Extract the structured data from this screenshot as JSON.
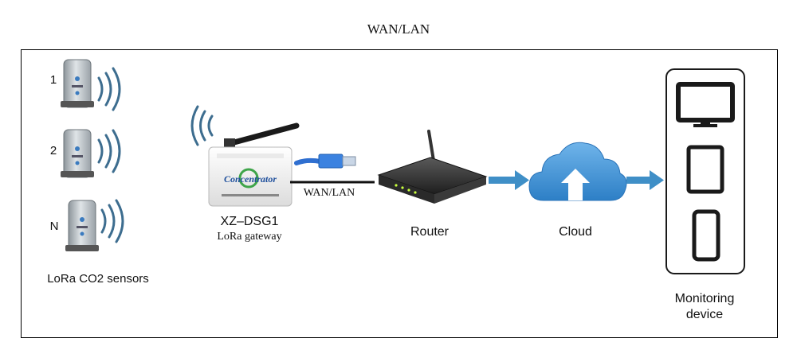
{
  "title": "WAN/LAN",
  "sensors": {
    "labels": [
      "1",
      "2",
      "N"
    ],
    "caption": "LoRa CO2 sensors"
  },
  "gateway": {
    "model": "XZ–DSG1",
    "subtitle": "LoRa gateway",
    "brand_text": "Concentrator"
  },
  "link_label": "WAN/LAN",
  "router": {
    "label": "Router"
  },
  "cloud": {
    "label": "Cloud"
  },
  "monitoring": {
    "label_line1": "Monitoring",
    "label_line2": "device"
  },
  "colors": {
    "wave": "#3d6d8f",
    "arrow": "#3f8fc7",
    "cloud": "#3a8fd6",
    "cable": "#2f6fd0",
    "device": "#1a1a1a"
  },
  "icons": [
    "wifi-signal-icon",
    "ethernet-cable-icon",
    "router-icon",
    "cloud-upload-icon",
    "monitor-icon",
    "tablet-icon",
    "smartphone-icon"
  ]
}
